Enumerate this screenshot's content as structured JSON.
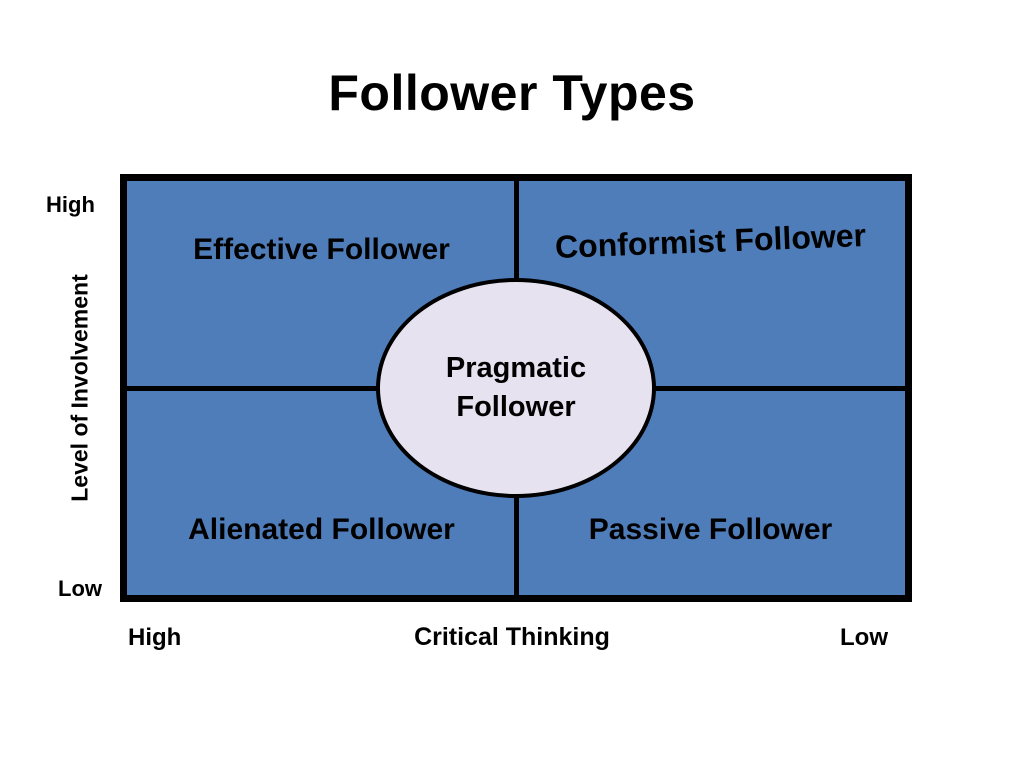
{
  "title": "Follower Types",
  "colors": {
    "background": "#FFFFFF",
    "quadrant_fill": "#4F7DB9",
    "ellipse_fill": "#E7E2EF",
    "border": "#000000"
  },
  "matrix": {
    "quadrants": [
      {
        "position": "top-left",
        "label": "Effective Follower"
      },
      {
        "position": "top-right",
        "label": "Conformist Follower"
      },
      {
        "position": "bottom-left",
        "label": "Alienated Follower"
      },
      {
        "position": "bottom-right",
        "label": "Passive Follower"
      }
    ],
    "center": {
      "label": "Pragmatic Follower"
    }
  },
  "y_axis": {
    "label": "Level of Involvement",
    "top": "High",
    "bottom": "Low"
  },
  "x_axis": {
    "label": "Critical Thinking",
    "left": "High",
    "right": "Low"
  }
}
